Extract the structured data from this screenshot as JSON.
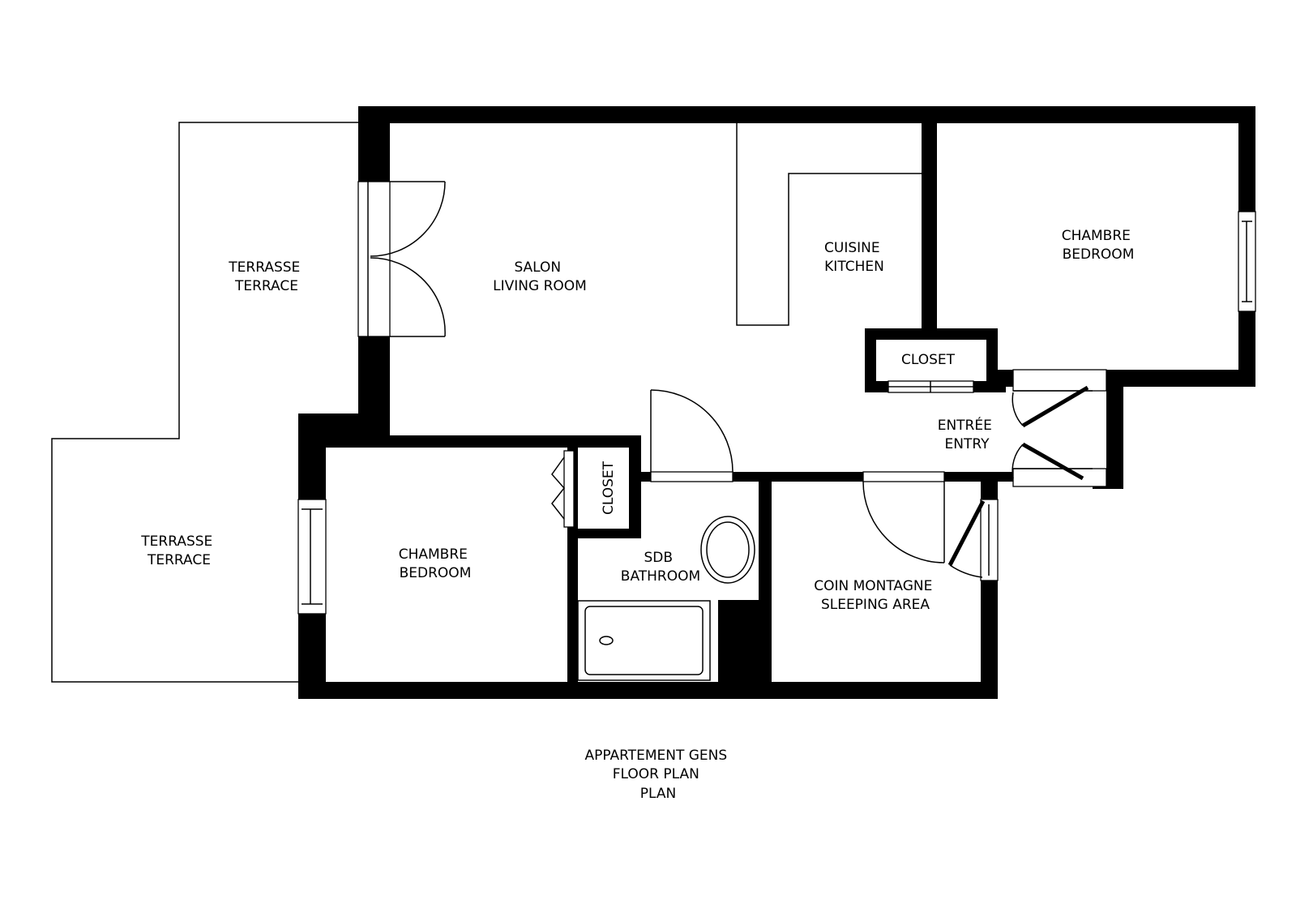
{
  "rooms": {
    "terrace_top": [
      "TERRASSE",
      "TERRACE"
    ],
    "terrace_bottom": [
      "TERRASSE",
      "TERRACE"
    ],
    "living": [
      "SALON",
      "LIVING ROOM"
    ],
    "kitchen": [
      "CUISINE",
      "KITCHEN"
    ],
    "bedroom_right": [
      "CHAMBRE",
      "BEDROOM"
    ],
    "closet_top": "CLOSET",
    "entry": [
      "ENTRÉE",
      "ENTRY"
    ],
    "bedroom_left": [
      "CHAMBRE",
      "BEDROOM"
    ],
    "closet_left": "CLOSET",
    "bathroom": [
      "SDB",
      "BATHROOM"
    ],
    "sleeping": [
      "COIN MONTAGNE",
      "SLEEPING AREA"
    ]
  },
  "caption": [
    "APPARTEMENT GENS",
    "FLOOR PLAN",
    "PLAN"
  ]
}
